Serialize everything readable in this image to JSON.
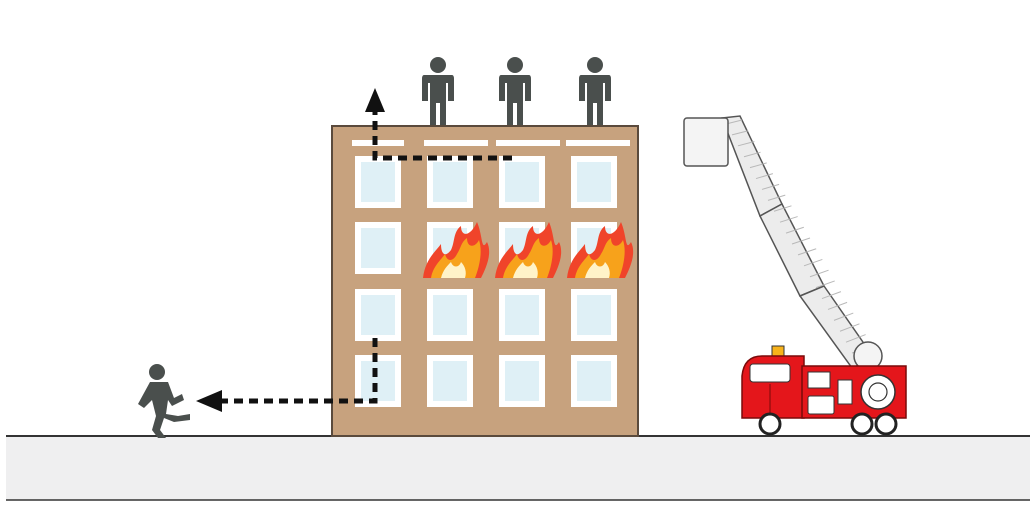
{
  "colors": {
    "background": "#ffffff",
    "ground": "#efeff0",
    "ground_line": "#333333",
    "building": "#c7a27e",
    "building_edge": "#5a4a3c",
    "window": "#dff0f6",
    "window_frame": "#ffffff",
    "person": "#4a4f4d",
    "arrow": "#111111",
    "fire_outer": "#f0442a",
    "fire_inner": "#f7a21b",
    "fire_core": "#fff3c8",
    "truck_body": "#e4161b",
    "ladder": "#ececec"
  },
  "building": {
    "floors": 4,
    "columns": 4,
    "burning_floor": 2,
    "burning_windows": [
      2,
      3,
      4
    ]
  },
  "people": {
    "on_roof": 3,
    "escaping_ground": 1
  },
  "icons": [
    "person-icon",
    "fire-icon",
    "arrow-up-icon",
    "arrow-left-icon",
    "fire-truck-icon",
    "aerial-ladder-icon"
  ]
}
